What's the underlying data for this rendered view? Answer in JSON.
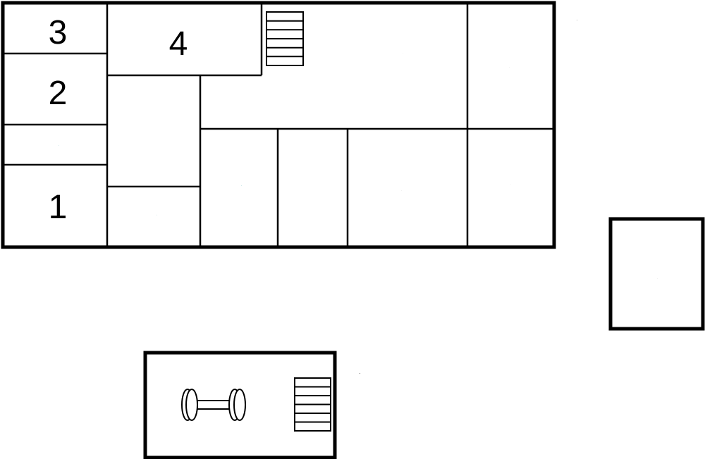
{
  "floor_plan": {
    "room_numbers": [
      "1",
      "2",
      "3",
      "4"
    ],
    "icons": {
      "bathroom": "water-drop-icon",
      "kitchen": "cooking-pot-icon",
      "living": "sofa-icon",
      "stairs": "stairs-icon",
      "floor_indicator": "house-floor-icon",
      "gym": "dumbbell-icon"
    },
    "colors": {
      "walls": "#000000",
      "water_drop": "#aaf0f0",
      "steam": "#909090"
    }
  }
}
